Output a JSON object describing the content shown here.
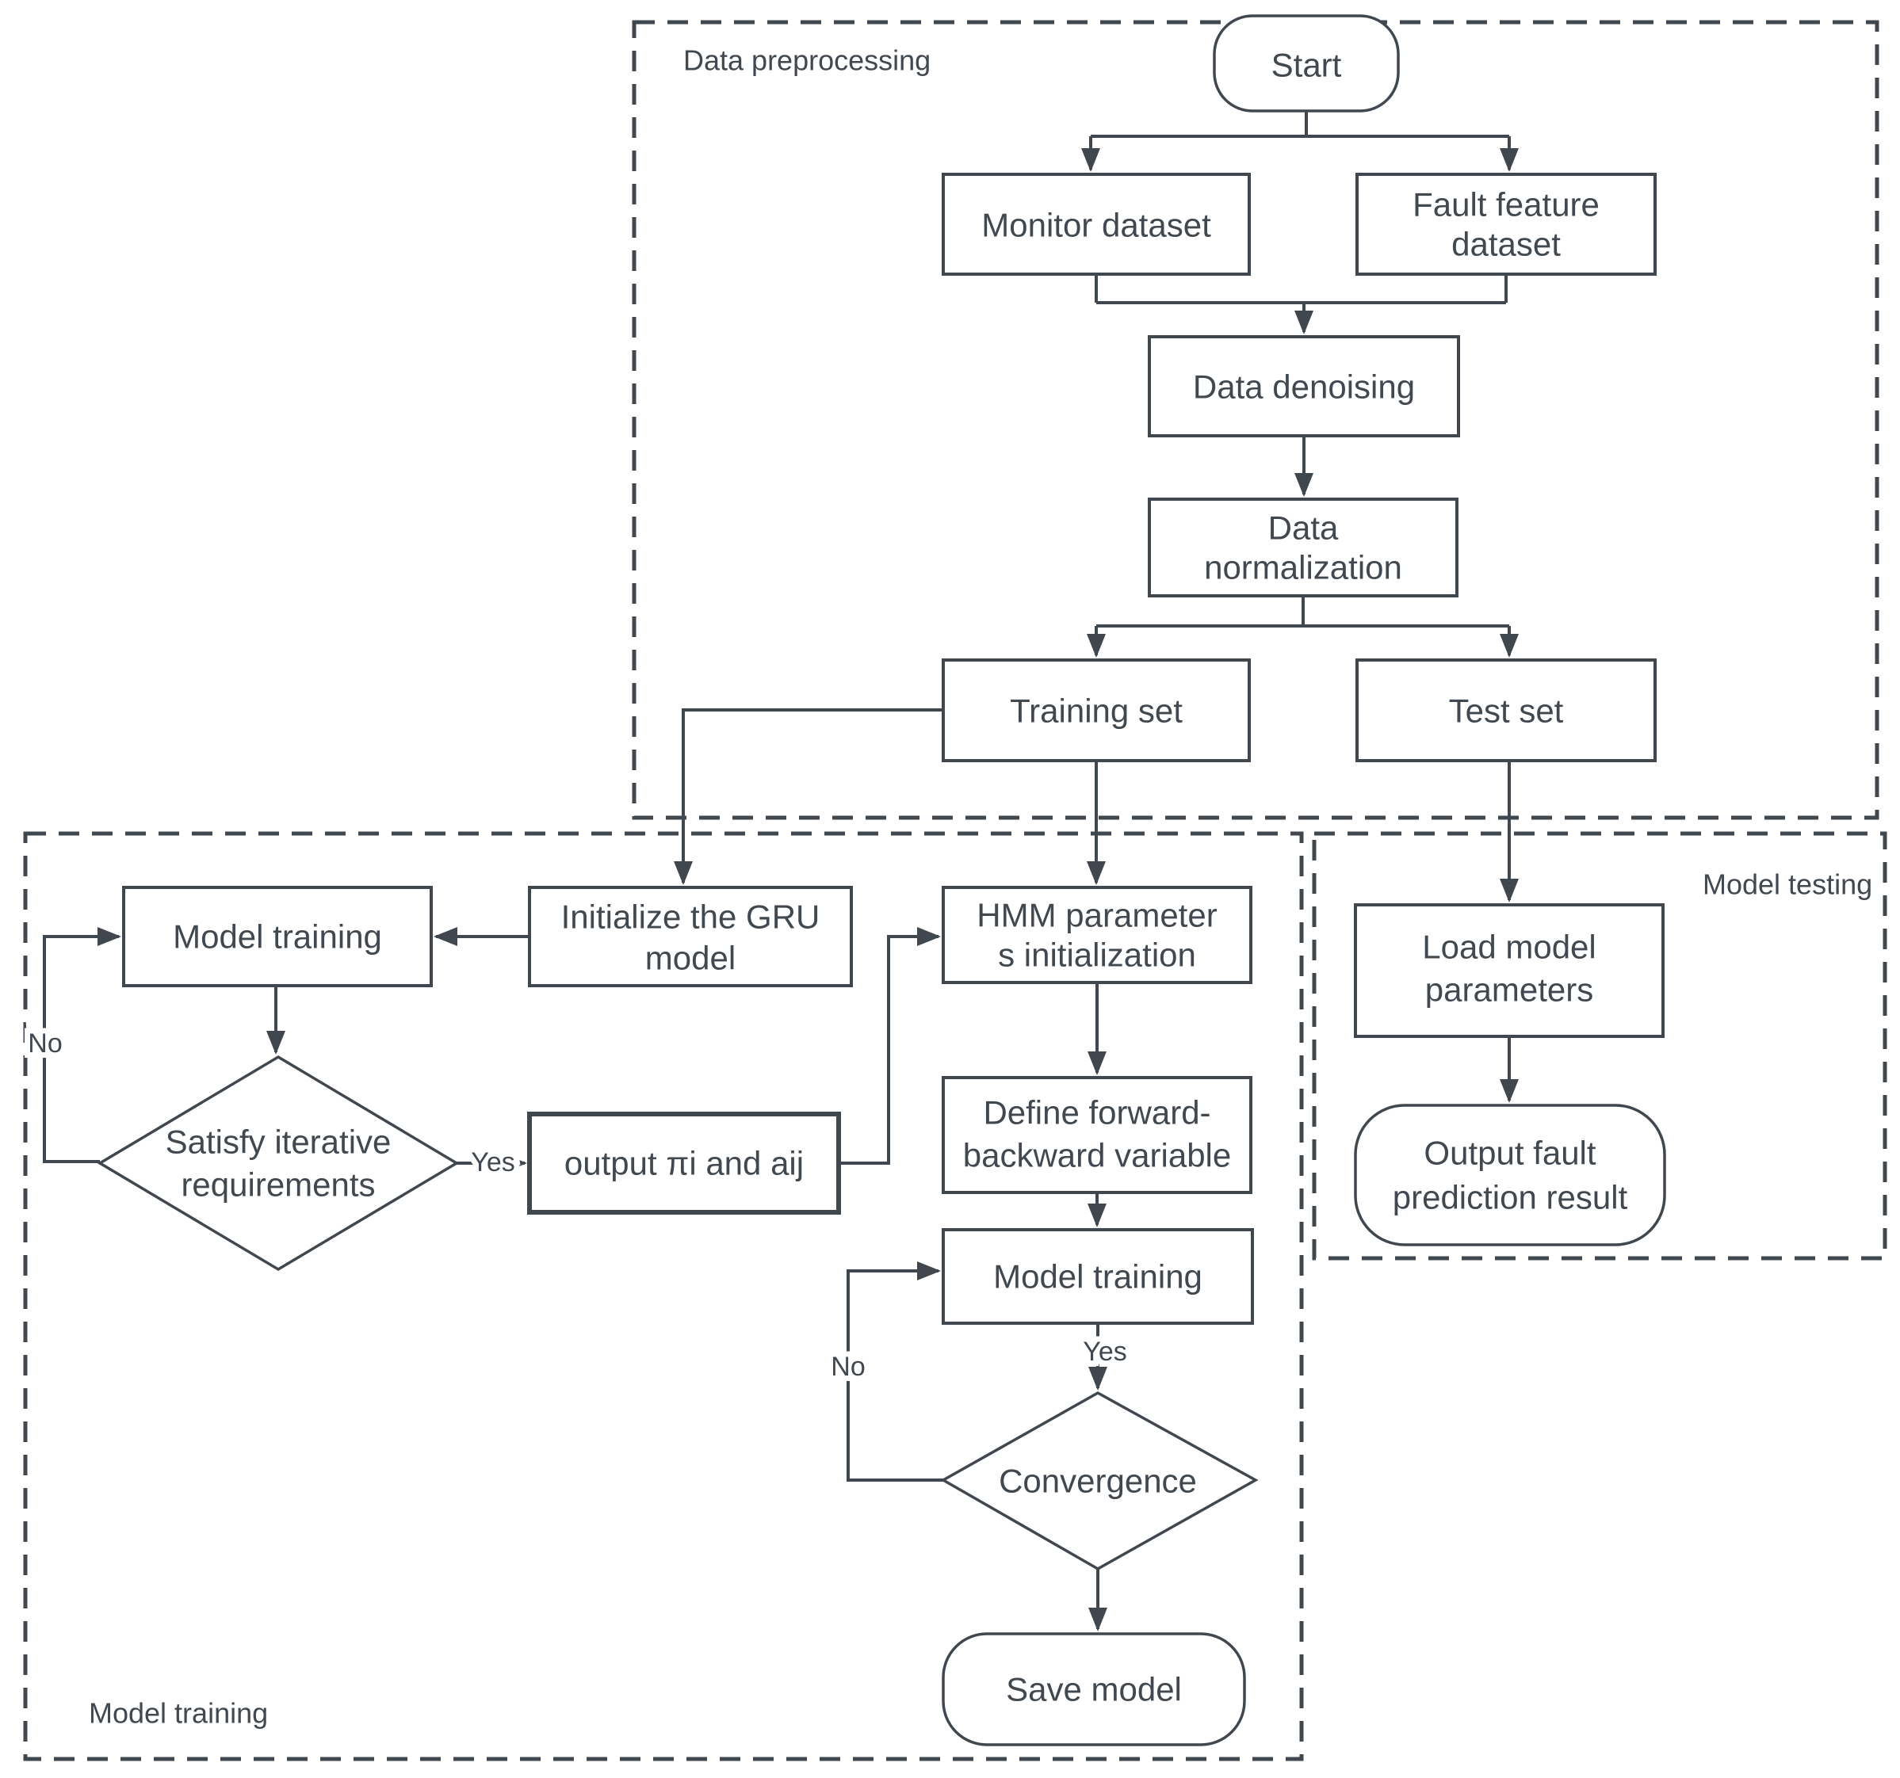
{
  "regions": {
    "data_preprocessing": {
      "label": "Data preprocessing"
    },
    "model_training": {
      "label": "Model training"
    },
    "model_testing": {
      "label": "Model testing"
    }
  },
  "nodes": {
    "start": {
      "label": "Start"
    },
    "monitor_dataset": {
      "label": "Monitor dataset"
    },
    "fault_feature_dataset": {
      "line1": "Fault feature",
      "line2": "dataset"
    },
    "data_denoising": {
      "label": "Data denoising"
    },
    "data_normalization": {
      "line1": "Data",
      "line2": "normalization"
    },
    "training_set": {
      "label": "Training set"
    },
    "test_set": {
      "label": "Test set"
    },
    "initialize_gru_model": {
      "line1": "Initialize the GRU",
      "line2": "model"
    },
    "model_training_gru": {
      "label": "Model training"
    },
    "satisfy_iterative_requirements": {
      "line1": "Satisfy iterative",
      "line2": "requirements"
    },
    "output_pi_and_aij": {
      "label": "output πi and aij"
    },
    "hmm_parameters_initialization": {
      "line1": "HMM parameter",
      "line2": "s initialization"
    },
    "define_forward_backward_variable": {
      "line1": "Define forward-",
      "line2": "backward variable"
    },
    "model_training_hmm": {
      "label": "Model training"
    },
    "convergence": {
      "label": "Convergence"
    },
    "save_model": {
      "label": "Save model"
    },
    "load_model_parameters": {
      "line1": "Load model",
      "line2": "parameters"
    },
    "output_fault_prediction_result": {
      "line1": "Output fault",
      "line2": "prediction result"
    }
  },
  "edge_labels": {
    "gru_loop_no": "No",
    "gru_yes": "Yes",
    "hmm_yes": "Yes",
    "hmm_loop_no": "No"
  },
  "colors": {
    "line-color": "#40474e",
    "text-color": "#41484f",
    "background-color": "#ffffff"
  }
}
